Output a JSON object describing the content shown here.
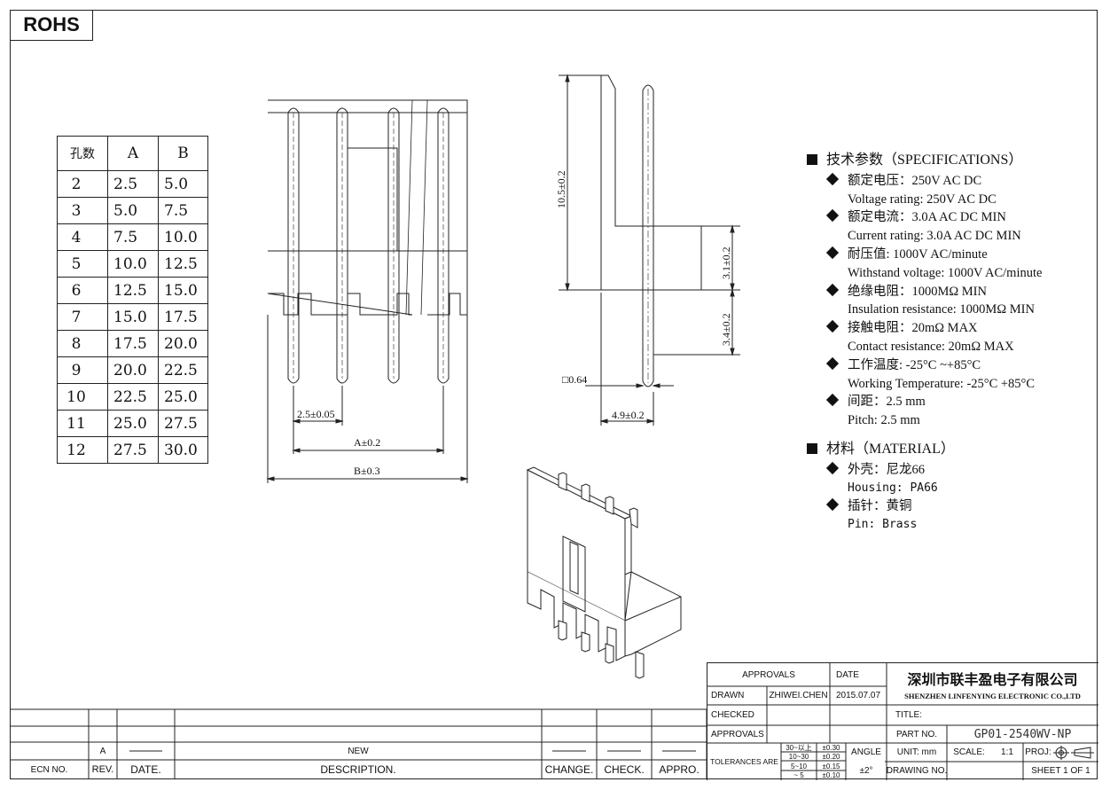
{
  "rohs": "ROHS",
  "dims_table": {
    "headers": [
      "孔数",
      "A",
      "B"
    ],
    "rows": [
      [
        "2",
        "2.5",
        "5.0"
      ],
      [
        "3",
        "5.0",
        "7.5"
      ],
      [
        "4",
        "7.5",
        "10.0"
      ],
      [
        "5",
        "10.0",
        "12.5"
      ],
      [
        "6",
        "12.5",
        "15.0"
      ],
      [
        "7",
        "15.0",
        "17.5"
      ],
      [
        "8",
        "17.5",
        "20.0"
      ],
      [
        "9",
        "20.0",
        "22.5"
      ],
      [
        "10",
        "22.5",
        "25.0"
      ],
      [
        "11",
        "25.0",
        "27.5"
      ],
      [
        "12",
        "27.5",
        "30.0"
      ]
    ]
  },
  "drawing_labels": {
    "pitch_dim": "2.5±0.05",
    "a_dim": "A±0.2",
    "b_dim": "B±0.3",
    "height_dim": "10.5±0.2",
    "upper_dim": "3.1±0.2",
    "lower_dim": "3.4±0.2",
    "pin_dim": "□0.64",
    "depth_dim": "4.9±0.2"
  },
  "specs": {
    "title": "技术参数（SPECIFICATIONS）",
    "items": [
      {
        "cn": "额定电压：250V AC DC",
        "en": "Voltage rating: 250V AC DC"
      },
      {
        "cn": "额定电流：3.0A AC DC   MIN",
        "en": "Current rating: 3.0A  AC DC  MIN"
      },
      {
        "cn": "耐压值: 1000V AC/minute",
        "en": "Withstand voltage: 1000V AC/minute"
      },
      {
        "cn": "绝缘电阻：1000MΩ  MIN",
        "en": "Insulation resistance: 1000MΩ   MIN"
      },
      {
        "cn": "接触电阻：20mΩ  MAX",
        "en": "Contact resistance:   20mΩ   MAX"
      },
      {
        "cn": "工作温度: -25°C ~+85°C",
        "en": "Working Temperature: -25°C   +85°C"
      },
      {
        "cn": "间距：2.5 mm",
        "en": "Pitch:  2.5 mm"
      }
    ]
  },
  "material": {
    "title": "材料（MATERIAL）",
    "items": [
      {
        "cn": "外壳：尼龙66",
        "en": "Housing:  PA66"
      },
      {
        "cn": "插针：黄铜",
        "en": "Pin: Brass"
      }
    ]
  },
  "title_block": {
    "approvals": "APPROVALS",
    "date": "DATE",
    "drawn": "DRAWN",
    "drawn_by": "ZHIWEI.CHEN",
    "drawn_date": "2015.07.07",
    "checked": "CHECKED",
    "approvals2": "APPROVALS",
    "tolerances": "TOLERANCES  ARE",
    "tol_rows": [
      [
        "30~以上",
        "±0.30"
      ],
      [
        "10~30",
        "±0.20"
      ],
      [
        "5~10",
        "±0.15"
      ],
      [
        "~ 5",
        "±0.10"
      ]
    ],
    "angle": "ANGLE",
    "angle_val": "±2°",
    "company_cn": "深圳市联丰盈电子有限公司",
    "company_en": "SHENZHEN LINFENYING ELECTRONIC CO.,LTD",
    "title_label": "TITLE:",
    "part_no_label": "PART  NO.",
    "part_no": "GP01-2540WV-NP",
    "unit_label": "UNIT:  mm",
    "scale_label": "SCALE:",
    "scale_val": "1:1",
    "proj_label": "PROJ:",
    "drawing_no_label": "DRAWING  NO.",
    "sheet": "SHEET   1  OF  1"
  },
  "revision_block": {
    "rev": "A",
    "desc_new": "NEW",
    "ecn_no": "ECN  NO.",
    "rev_label": "REV.",
    "date_label": "DATE.",
    "desc_label": "DESCRIPTION.",
    "change": "CHANGE.",
    "check": "CHECK.",
    "appro": "APPRO."
  }
}
